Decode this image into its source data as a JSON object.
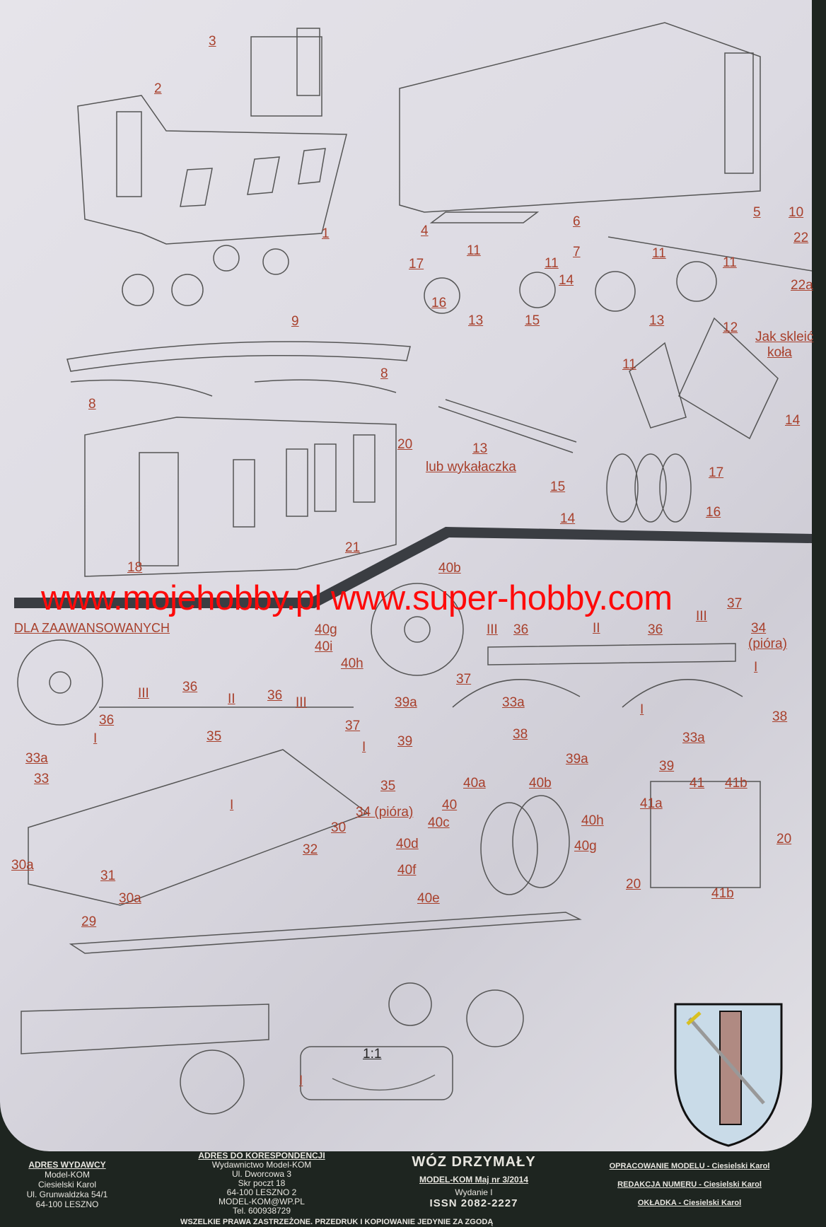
{
  "labels": [
    "3",
    "2",
    "1",
    "4",
    "6",
    "5",
    "10",
    "7",
    "22",
    "22a",
    "17",
    "11",
    "11",
    "14",
    "16",
    "15",
    "13",
    "11",
    "13",
    "11",
    "9",
    "8",
    "8",
    "12",
    "Jak skleić",
    "koła",
    "11",
    "14",
    "20",
    "13",
    "lub wykałaczka",
    "17",
    "15",
    "14",
    "16",
    "21",
    "18",
    "40b",
    "40g",
    "40i",
    "40h",
    "III",
    "36",
    "II",
    "36",
    "III",
    "37",
    "34",
    "(pióra)",
    "I",
    "38",
    "37",
    "39a",
    "33a",
    "I",
    "38",
    "39",
    "33a",
    "39a",
    "39",
    "III",
    "36",
    "II",
    "36",
    "III",
    "36",
    "35",
    "37",
    "I",
    "33a",
    "I",
    "33",
    "35",
    "34 (pióra)",
    "I",
    "30",
    "32",
    "30a",
    "31",
    "30a",
    "40a",
    "40b",
    "40",
    "40c",
    "40h",
    "40d",
    "40g",
    "40f",
    "40e",
    "41",
    "41b",
    "41a",
    "20",
    "20",
    "41b",
    "29",
    "1:1",
    "I"
  ],
  "watermark": "www.mojehobby.pl www.super-hobby.com",
  "section_heading": "DLA ZAAWANSOWANYCH",
  "footer": {
    "publisher": {
      "heading": "ADRES WYDAWCY",
      "lines": [
        "Model-KOM",
        "Ciesielski Karol",
        "Ul. Grunwaldzka 54/1",
        "64-100 LESZNO"
      ]
    },
    "correspondence": {
      "heading": "ADRES DO KORESPONDENCJI",
      "lines": [
        "Wydawnictwo Model-KOM",
        "Ul. Dworcowa 3",
        "Skr poczt 18",
        "64-100 LESZNO 2",
        "MODEL-KOM@WP.PL",
        "Tel. 600938729"
      ]
    },
    "title": "WÓZ DRZYMAŁY",
    "issue": "MODEL-KOM Maj nr 3/2014",
    "edition": "Wydanie I",
    "issn": "ISSN 2082-2227",
    "credits": [
      "OPRACOWANIE MODELU - Ciesielski Karol",
      "REDAKCJA NUMERU - Ciesielski Karol",
      "OKŁADKA - Ciesielski Karol"
    ],
    "rights": "WSZELKIE PRAWA ZASTRZEŻONE.   PRZEDRUK I KOPIOWANIE JEDYNIE ZA ZGODĄ"
  },
  "colors": {
    "label": "#a8402c",
    "watermark": "#ff0a0a",
    "footer_bg": "#1e2520"
  }
}
